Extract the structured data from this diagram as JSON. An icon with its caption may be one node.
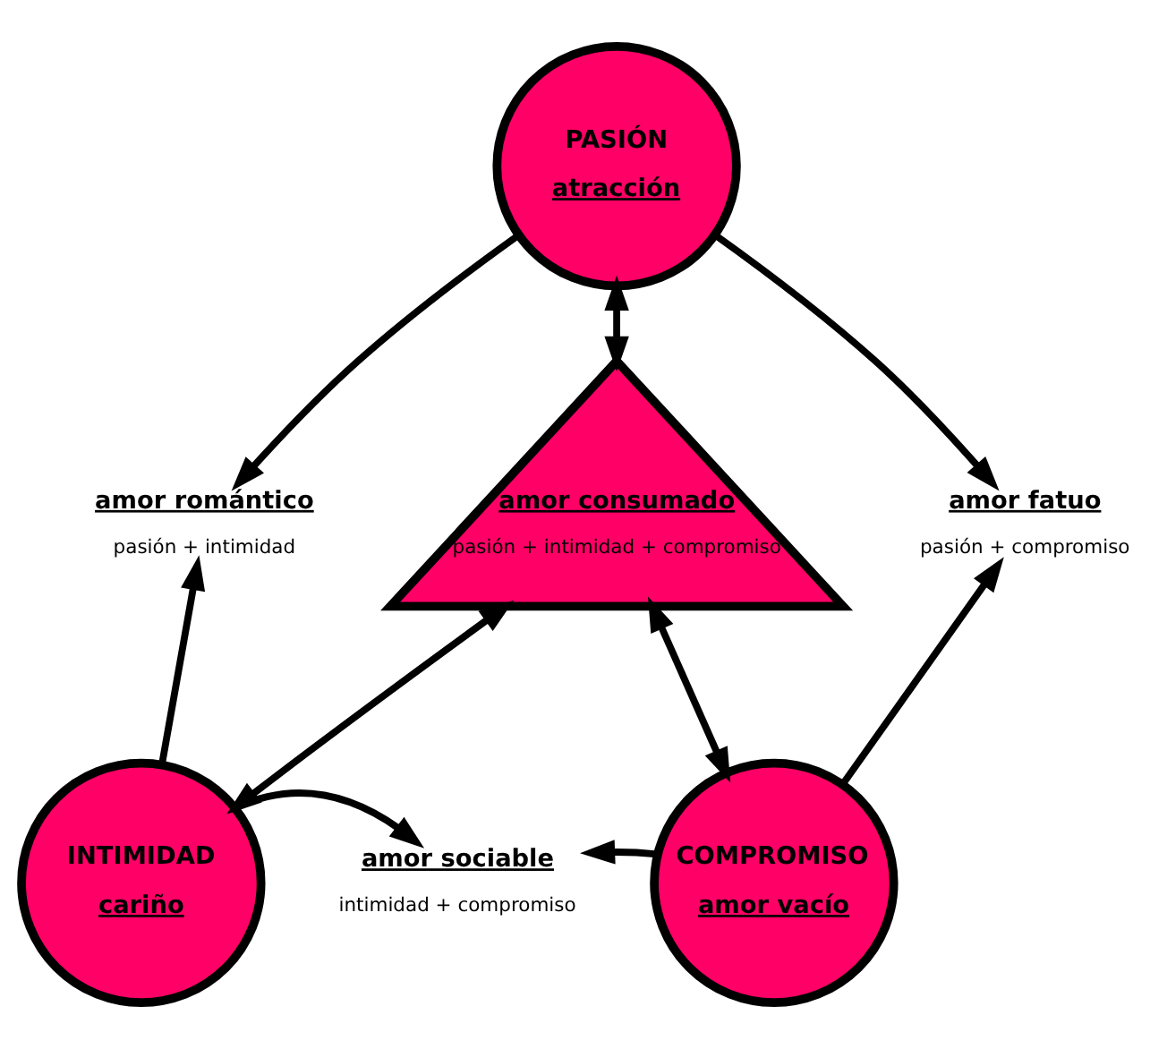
{
  "diagram": {
    "nodes": [
      {
        "text": [
          "PASIÓN",
          "atracción"
        ]
      },
      {
        "text": [
          "amor romántico",
          "pasión + intimidad"
        ]
      },
      {
        "text": [
          "amor consumado",
          "pasión + intimidad + compromiso"
        ]
      },
      {
        "text": [
          "amor fatuo",
          "pasión + compromiso"
        ]
      },
      {
        "text": [
          "INTIMIDAD",
          "cariño"
        ]
      },
      {
        "text": [
          "amor sociable",
          "intimidad + compromiso"
        ]
      },
      {
        "text": [
          "COMPROMISO",
          "amor vacío"
        ]
      }
    ],
    "edges": [
      {
        "from": 0,
        "to": 1,
        "arrow": "to"
      },
      {
        "from": 0,
        "to": 3,
        "arrow": "to"
      },
      {
        "from": 0,
        "to": 2,
        "arrow": "both"
      },
      {
        "from": 4,
        "to": 1,
        "arrow": "to"
      },
      {
        "from": 6,
        "to": 3,
        "arrow": "to"
      },
      {
        "from": 2,
        "to": 4,
        "arrow": "both"
      },
      {
        "from": 2,
        "to": 6,
        "arrow": "both"
      },
      {
        "from": 4,
        "to": 5,
        "arrow": "to"
      },
      {
        "from": 6,
        "to": 5,
        "arrow": "to"
      }
    ]
  }
}
